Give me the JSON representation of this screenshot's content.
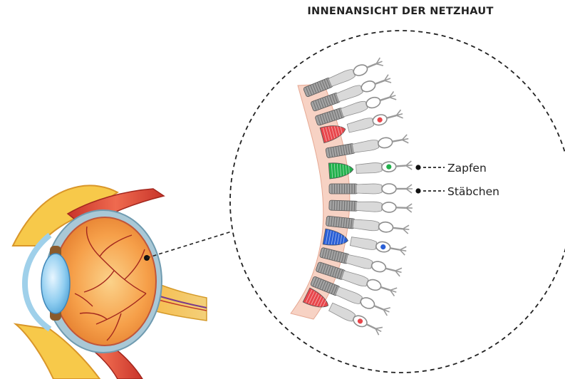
{
  "diagram": {
    "title": "INNENANSICHT DER NETZHAUT",
    "labels": {
      "cone": "Zapfen",
      "rod": "Stäbchen"
    }
  },
  "colors": {
    "cone_red": "#e8464b",
    "cone_green": "#22b14c",
    "cone_blue": "#2a5fd6",
    "sclera": "#a9c8d6",
    "retina_orange": "#f6a04a",
    "muscle_red": "#e0523e",
    "fat_yellow": "#f7c94a",
    "cell_gray": "#a3a3a3",
    "tissue_pink": "#f7d2c4"
  }
}
